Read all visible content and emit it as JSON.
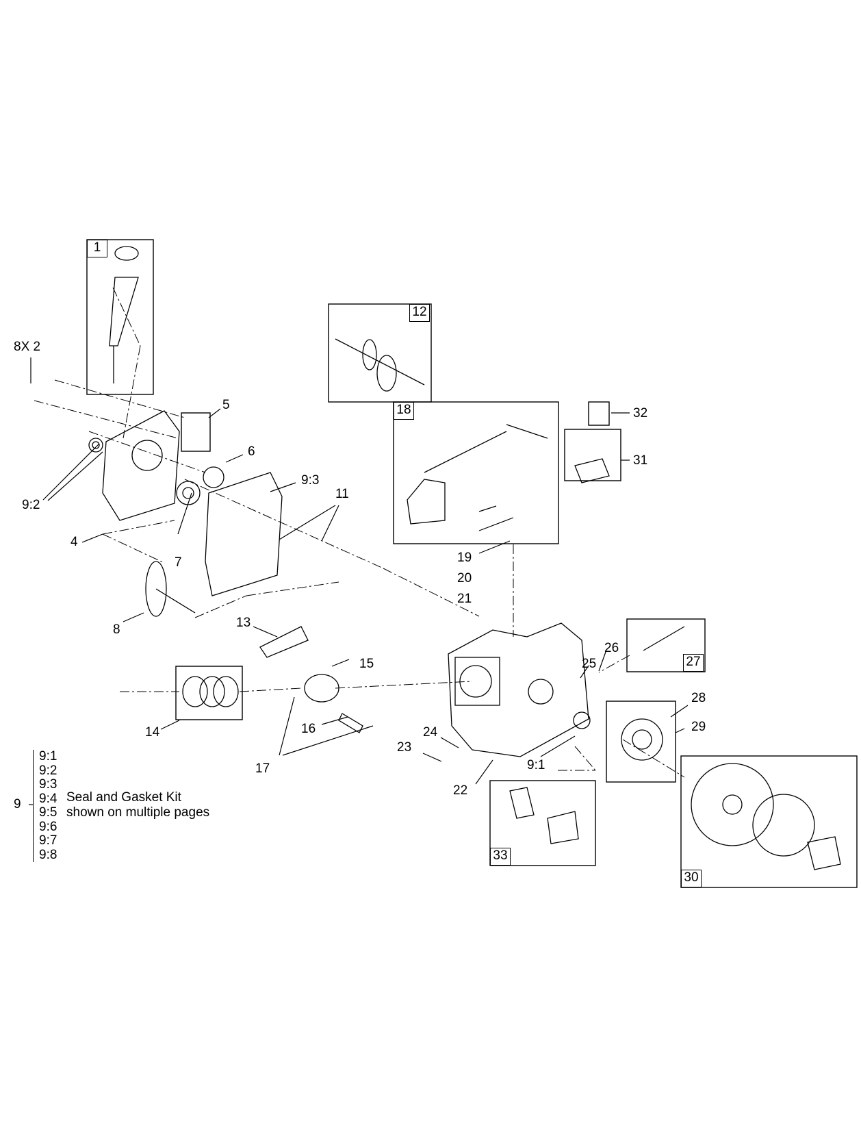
{
  "diagram": {
    "callouts": [
      {
        "id": "c-8x2",
        "text": "8X 2"
      },
      {
        "id": "c-5",
        "text": "5"
      },
      {
        "id": "c-6",
        "text": "6"
      },
      {
        "id": "c-9-3",
        "text": "9:3"
      },
      {
        "id": "c-11",
        "text": "11"
      },
      {
        "id": "c-9-2",
        "text": "9:2"
      },
      {
        "id": "c-4",
        "text": "4"
      },
      {
        "id": "c-7",
        "text": "7"
      },
      {
        "id": "c-8",
        "text": "8"
      },
      {
        "id": "c-13",
        "text": "13"
      },
      {
        "id": "c-15",
        "text": "15"
      },
      {
        "id": "c-14",
        "text": "14"
      },
      {
        "id": "c-16",
        "text": "16"
      },
      {
        "id": "c-17",
        "text": "17"
      },
      {
        "id": "c-19",
        "text": "19"
      },
      {
        "id": "c-20",
        "text": "20"
      },
      {
        "id": "c-21",
        "text": "21"
      },
      {
        "id": "c-32",
        "text": "32"
      },
      {
        "id": "c-31",
        "text": "31"
      },
      {
        "id": "c-26",
        "text": "26"
      },
      {
        "id": "c-25",
        "text": "25"
      },
      {
        "id": "c-28",
        "text": "28"
      },
      {
        "id": "c-29",
        "text": "29"
      },
      {
        "id": "c-24",
        "text": "24"
      },
      {
        "id": "c-23",
        "text": "23"
      },
      {
        "id": "c-22",
        "text": "22"
      },
      {
        "id": "c-9-1",
        "text": "9:1"
      },
      {
        "id": "c-9",
        "text": "9"
      }
    ],
    "boxed_labels": [
      {
        "id": "b-1",
        "text": "1"
      },
      {
        "id": "b-12",
        "text": "12"
      },
      {
        "id": "b-18",
        "text": "18"
      },
      {
        "id": "b-27",
        "text": "27"
      },
      {
        "id": "b-33",
        "text": "33"
      },
      {
        "id": "b-30",
        "text": "30"
      }
    ],
    "kit": {
      "items": [
        "9:1",
        "9:2",
        "9:3",
        "9:4",
        "9:5",
        "9:6",
        "9:7",
        "9:8"
      ],
      "description_line1": "Seal and Gasket Kit",
      "description_line2": "shown on multiple pages"
    }
  }
}
